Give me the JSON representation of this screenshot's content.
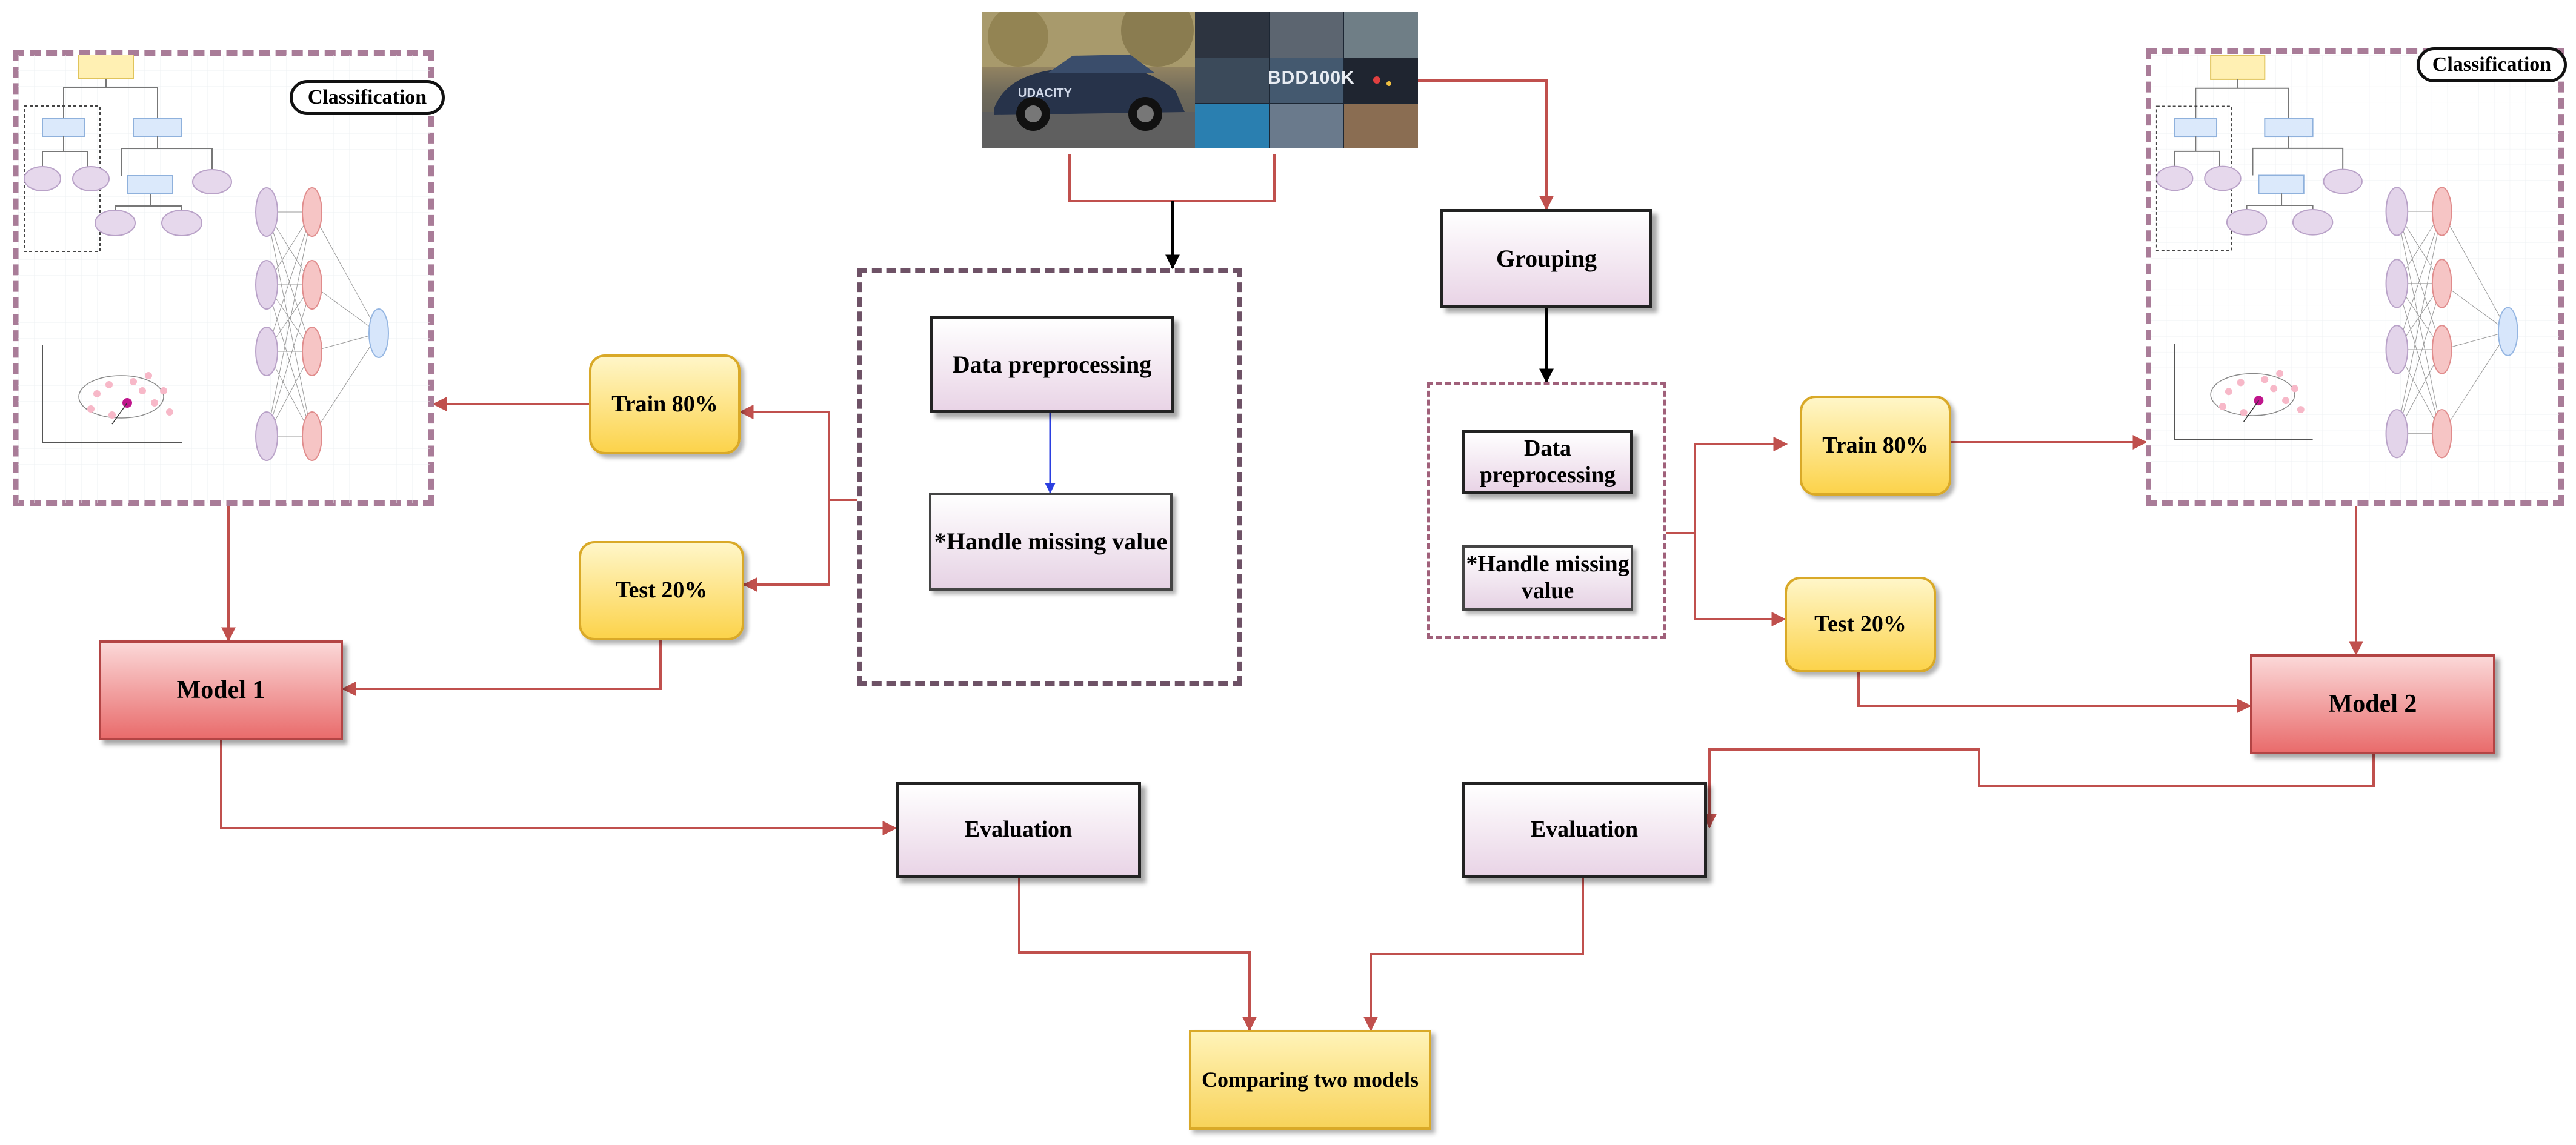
{
  "images": {
    "car_photo": "car-photo",
    "dataset_grid": "dataset-grid-photo",
    "dataset_caption": "BDD100K"
  },
  "left": {
    "classification_tag": "Classification",
    "train": "Train 80%",
    "test": "Test 20%",
    "model": "Model 1",
    "evaluation": "Evaluation"
  },
  "center": {
    "data_preprocessing": "Data preprocessing",
    "handle_missing": "*Handle missing value"
  },
  "right": {
    "grouping": "Grouping",
    "data_preprocessing": "Data preprocessing",
    "handle_missing": "*Handle missing value",
    "classification_tag": "Classification",
    "train": "Train 80%",
    "test": "Test 20%",
    "model": "Model 2",
    "evaluation": "Evaluation"
  },
  "bottom": {
    "comparing": "Comparing two models"
  },
  "colors": {
    "arrow_red": "#c0504d",
    "arrow_black": "#000000",
    "arrow_blue": "#2b3fe0",
    "frame": "#a97c98",
    "yellow": "#fcd34b",
    "red_box": "#e96c6c",
    "purple_box": "#e9d4e6"
  }
}
